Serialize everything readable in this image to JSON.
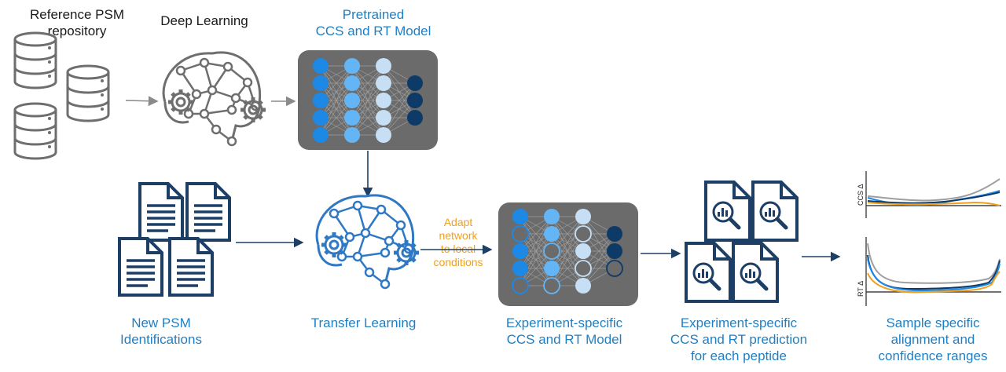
{
  "labels": {
    "reference": [
      "Reference PSM",
      "repository"
    ],
    "deep_learning": "Deep Learning",
    "pretrained": [
      "Pretrained",
      "CCS and RT Model"
    ],
    "new_psm": [
      "New PSM",
      "Identifications"
    ],
    "transfer": "Transfer Learning",
    "adapt": [
      "Adapt",
      "network",
      "to local",
      "conditions"
    ],
    "experiment_model": [
      "Experiment-specific",
      "CCS and RT Model"
    ],
    "experiment_pred": [
      "Experiment-specific",
      "CCS and RT prediction",
      "for each peptide"
    ],
    "sample": [
      "Sample specific",
      "alignment and",
      "confidence ranges"
    ]
  },
  "axes": {
    "ccs": "CCS Δ",
    "rt": "RT Δ"
  },
  "colors": {
    "label_dark": "#1a1a1a",
    "label_blue": "#1f7fc4",
    "label_orange": "#f0a020",
    "db_gray": "#6e6e6e",
    "brain_blue": "#2f78c4",
    "doc_navy": "#1d3f66",
    "panel_gray": "#6b6b6b",
    "node_layer1": "#1e88e5",
    "node_layer2": "#64b5f6",
    "node_layer3": "#c6dff5",
    "node_output": "#0d3a66"
  }
}
